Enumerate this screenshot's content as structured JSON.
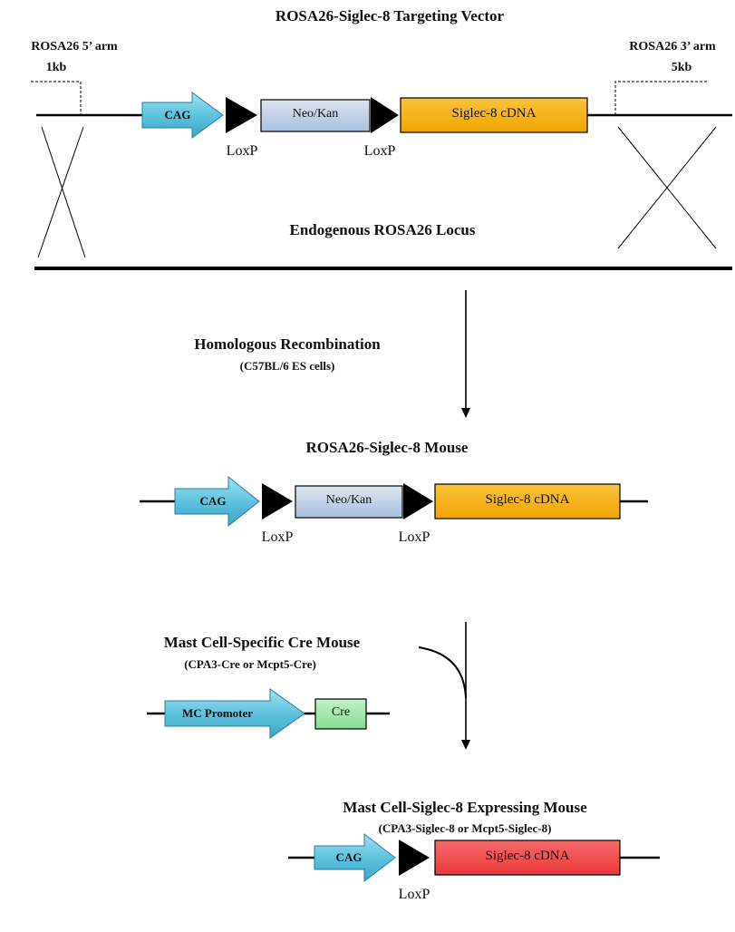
{
  "vector": {
    "title": "ROSA26-Siglec-8 Targeting Vector",
    "arm5_label": "ROSA26 5’ arm",
    "arm5_size": "1kb",
    "arm3_label": "ROSA26 3’ arm",
    "arm3_size": "5kb",
    "cag": "CAG",
    "neo": "Neo/Kan",
    "siglec": "Siglec-8 cDNA",
    "loxp1": "LoxP",
    "loxp2": "LoxP"
  },
  "locus": {
    "label": "Endogenous ROSA26 Locus"
  },
  "recombination": {
    "title": "Homologous Recombination",
    "subtitle": "(C57BL/6 ES cells)"
  },
  "rosa_mouse": {
    "title": "ROSA26-Siglec-8 Mouse",
    "cag": "CAG",
    "neo": "Neo/Kan",
    "siglec": "Siglec-8 cDNA",
    "loxp1": "LoxP",
    "loxp2": "LoxP"
  },
  "cre_mouse": {
    "title": "Mast Cell-Specific Cre Mouse",
    "subtitle": "(CPA3-Cre or Mcpt5-Cre)",
    "promoter": "MC Promoter",
    "cre": "Cre"
  },
  "expressing_mouse": {
    "title": "Mast Cell-Siglec-8 Expressing Mouse",
    "subtitle": "(CPA3-Siglec-8 or Mcpt5-Siglec-8)",
    "cag": "CAG",
    "siglec": "Siglec-8 cDNA",
    "loxp": "LoxP"
  },
  "colors": {
    "cag_fill": "#5fc3df",
    "neo_fill": "#b9cce4",
    "siglec_fill": "#f7b30a",
    "siglec_expr_fill": "#f24b4b",
    "cre_fill": "#99e6a3",
    "line": "#000000"
  }
}
